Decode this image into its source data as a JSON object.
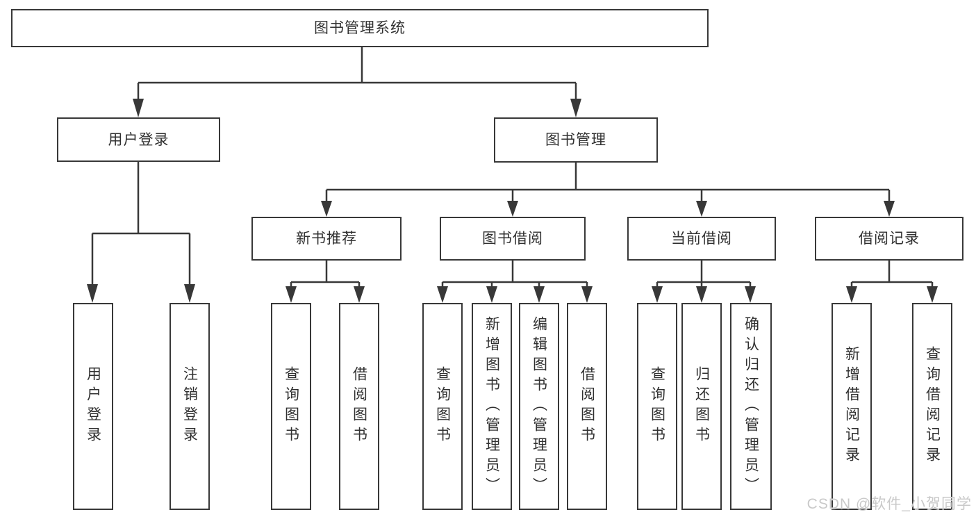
{
  "tree": {
    "root": {
      "label": "图书管理系统"
    },
    "branches": [
      {
        "label": "用户登录",
        "children": [
          {
            "label": "用户登录"
          },
          {
            "label": "注销登录"
          }
        ]
      },
      {
        "label": "图书管理",
        "children": [
          {
            "label": "新书推荐",
            "children": [
              {
                "label": "查询图书"
              },
              {
                "label": "借阅图书"
              }
            ]
          },
          {
            "label": "图书借阅",
            "children": [
              {
                "label": "查询图书"
              },
              {
                "label": "新增图书（管理员）"
              },
              {
                "label": "编辑图书（管理员）"
              },
              {
                "label": "借阅图书"
              }
            ]
          },
          {
            "label": "当前借阅",
            "children": [
              {
                "label": "查询图书"
              },
              {
                "label": "归还图书"
              },
              {
                "label": "确认归还（管理员）"
              }
            ]
          },
          {
            "label": "借阅记录",
            "children": [
              {
                "label": "新增借阅记录"
              },
              {
                "label": "查询借阅记录"
              }
            ]
          }
        ]
      }
    ]
  },
  "watermark": "CSDN @软件_小贺同学",
  "colors": {
    "line": "#383838",
    "text": "#303030",
    "watermark": "#c9c9c9",
    "background": "#ffffff"
  }
}
